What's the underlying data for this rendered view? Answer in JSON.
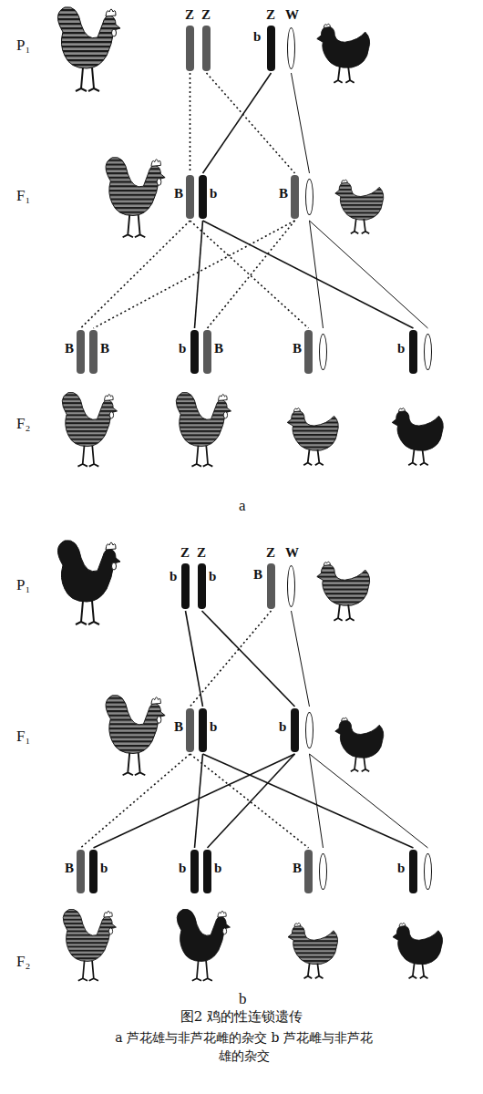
{
  "diagram": {
    "title": "图2 鸡的性连锁遗传",
    "caption": "a 芦花雄与非芦花雌的杂交 b 芦花雌与非芦花雄的杂交",
    "nodes": [
      {
        "text": [
          "Z",
          "Z"
        ]
      },
      {
        "text": [
          "Z",
          "b",
          "W"
        ]
      },
      {
        "text": [
          "B",
          "b"
        ]
      },
      {
        "text": [
          "B"
        ]
      },
      {
        "text": [
          "B",
          "B"
        ]
      },
      {
        "text": [
          "b",
          "B"
        ]
      },
      {
        "text": [
          "B"
        ]
      },
      {
        "text": [
          "b"
        ]
      },
      {
        "text": [
          "Z",
          "Z",
          "b",
          "b"
        ]
      },
      {
        "text": [
          "Z",
          "B",
          "W"
        ]
      },
      {
        "text": [
          "B",
          "b"
        ]
      },
      {
        "text": [
          "b"
        ]
      },
      {
        "text": [
          "B",
          "b"
        ]
      },
      {
        "text": [
          "b",
          "b"
        ]
      },
      {
        "text": [
          "B"
        ]
      },
      {
        "text": [
          "b"
        ]
      }
    ],
    "edges": [
      {
        "from": 0,
        "to": 2,
        "arrow": "none"
      },
      {
        "from": 0,
        "to": 3,
        "arrow": "none"
      },
      {
        "from": 1,
        "to": 2,
        "arrow": "none"
      },
      {
        "from": 1,
        "to": 3,
        "arrow": "none"
      },
      {
        "from": 2,
        "to": 4,
        "arrow": "none"
      },
      {
        "from": 2,
        "to": 5,
        "arrow": "none"
      },
      {
        "from": 2,
        "to": 6,
        "arrow": "none"
      },
      {
        "from": 2,
        "to": 7,
        "arrow": "none"
      },
      {
        "from": 3,
        "to": 4,
        "arrow": "none"
      },
      {
        "from": 3,
        "to": 5,
        "arrow": "none"
      },
      {
        "from": 3,
        "to": 6,
        "arrow": "none"
      },
      {
        "from": 3,
        "to": 7,
        "arrow": "none"
      },
      {
        "from": 8,
        "to": 10,
        "arrow": "none"
      },
      {
        "from": 8,
        "to": 11,
        "arrow": "none"
      },
      {
        "from": 9,
        "to": 10,
        "arrow": "none"
      },
      {
        "from": 9,
        "to": 11,
        "arrow": "none"
      },
      {
        "from": 10,
        "to": 12,
        "arrow": "none"
      },
      {
        "from": 10,
        "to": 13,
        "arrow": "none"
      },
      {
        "from": 10,
        "to": 14,
        "arrow": "none"
      },
      {
        "from": 10,
        "to": 15,
        "arrow": "none"
      },
      {
        "from": 11,
        "to": 12,
        "arrow": "none"
      },
      {
        "from": 11,
        "to": 13,
        "arrow": "none"
      },
      {
        "from": 11,
        "to": 14,
        "arrow": "none"
      },
      {
        "from": 11,
        "to": 15,
        "arrow": "none"
      }
    ],
    "labels": [
      "P₁",
      "F₁",
      "F₂",
      "a",
      "P₁",
      "F₁",
      "F₂",
      "b"
    ]
  }
}
